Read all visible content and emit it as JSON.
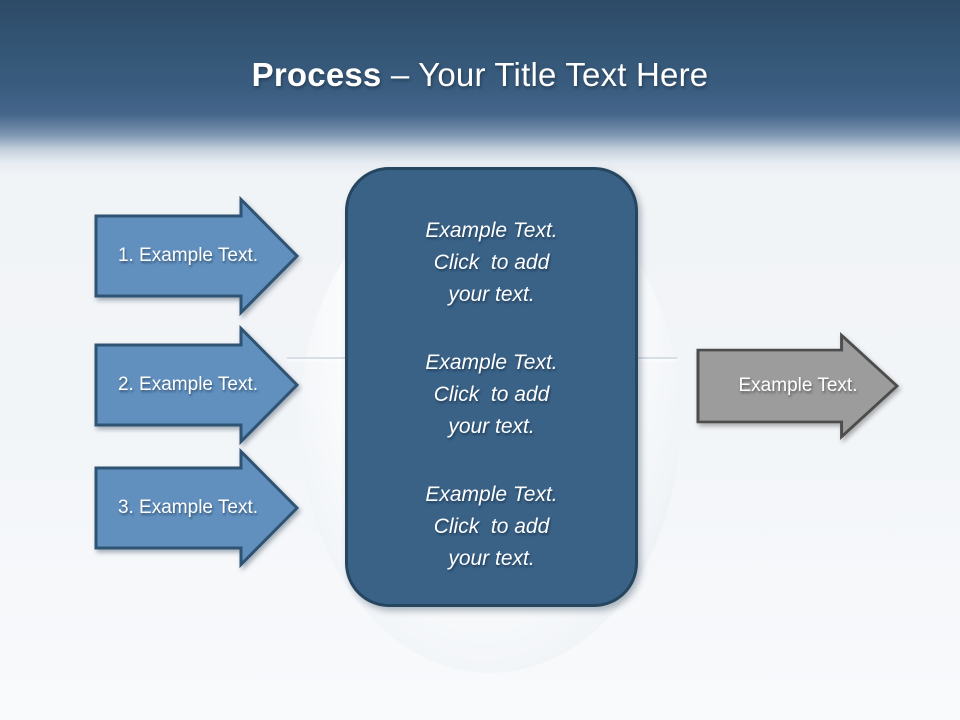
{
  "slide": {
    "title": {
      "emphasis": "Process",
      "rest": " – Your Title Text Here"
    },
    "process_arrows": [
      {
        "label": "1. Example Text."
      },
      {
        "label": "2. Example Text."
      },
      {
        "label": "3. Example Text."
      }
    ],
    "center_box": {
      "paragraphs": [
        "Example Text.\nClick  to add\nyour text.",
        "Example Text.\nClick  to add\nyour text.",
        "Example Text.\nClick  to add\nyour text."
      ]
    },
    "output_arrow": {
      "label": "Example Text."
    },
    "colors": {
      "arrow_fill": "#6190bf",
      "arrow_border": "#2f5373",
      "box_fill": "#3a6287",
      "box_border": "#26465f",
      "gray_fill": "#9c9c9c",
      "gray_border": "#4d4d4d",
      "header_top": "#2e4a66",
      "background": "#f2f5f8",
      "text": "#ffffff"
    }
  }
}
